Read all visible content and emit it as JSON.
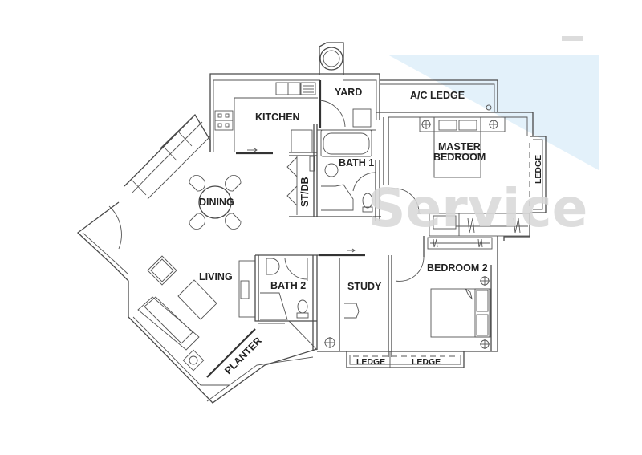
{
  "floor_plan": {
    "rooms": {
      "yard": "YARD",
      "ac_ledge": "A/C LEDGE",
      "kitchen": "KITCHEN",
      "master_bedroom_line1": "MASTER",
      "master_bedroom_line2": "BEDROOM",
      "ledge_master": "LEDGE",
      "bath1": "BATH 1",
      "st_db": "ST/DB",
      "dining": "DINING",
      "living": "LIVING",
      "bath2": "BATH 2",
      "study": "STUDY",
      "bedroom2": "BEDROOM 2",
      "planter": "PLANTER",
      "ledge_study": "LEDGE",
      "ledge_bedroom2": "LEDGE"
    },
    "watermark": {
      "text": "Service",
      "band_color": "#e3f1fa",
      "text_color": "#d8d8d8"
    },
    "colors": {
      "wall": "#4a4a4a",
      "label": "#222222",
      "background": "#ffffff"
    }
  }
}
